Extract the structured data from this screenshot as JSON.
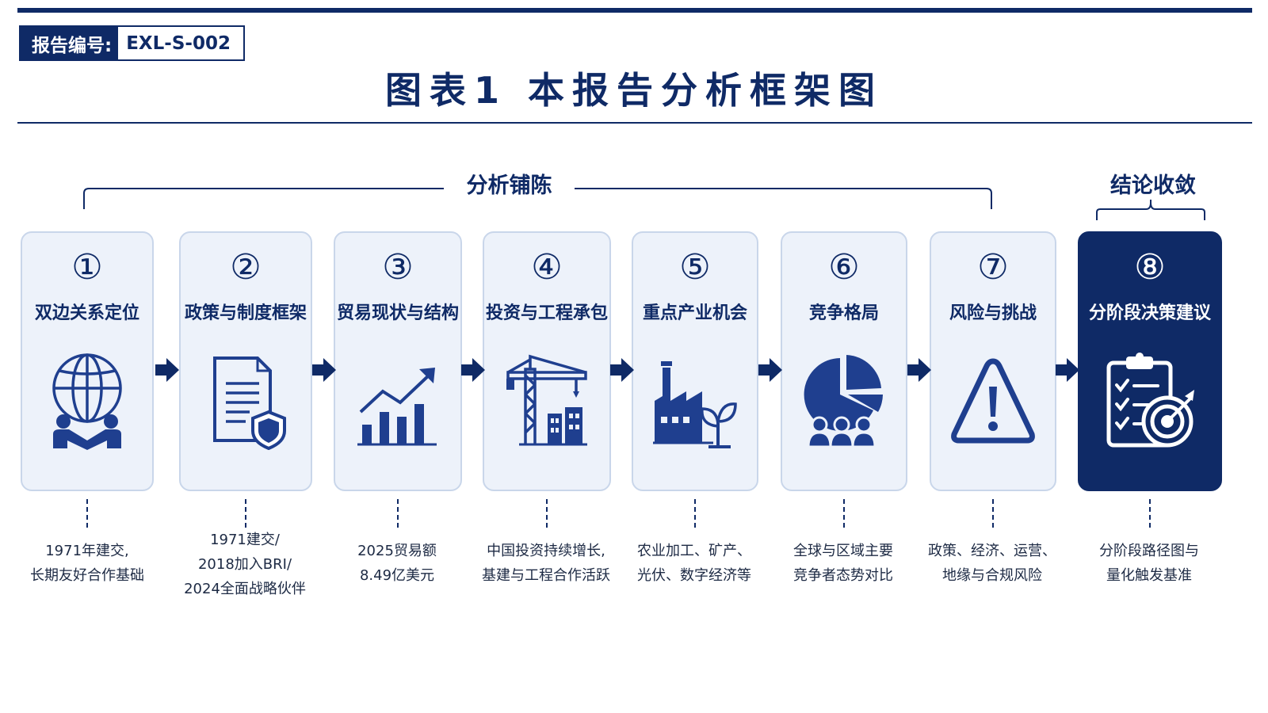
{
  "report": {
    "label": "报告编号:",
    "id": "EXL-S-002"
  },
  "title": "图表1  本报告分析框架图",
  "groups": [
    {
      "label": "分析铺陈"
    },
    {
      "label": "结论收敛"
    }
  ],
  "steps": [
    {
      "num": "①",
      "title": "双边关系定位",
      "icon": "globe-handshake-icon",
      "desc": [
        "1971年建交,",
        "长期友好合作基础"
      ]
    },
    {
      "num": "②",
      "title": "政策与制度框架",
      "icon": "document-shield-icon",
      "desc": [
        "1971建交/",
        "2018加入BRI/",
        "2024全面战略伙伴"
      ]
    },
    {
      "num": "③",
      "title": "贸易现状与结构",
      "icon": "bar-chart-trend-icon",
      "desc": [
        "2025贸易额",
        "8.49亿美元"
      ]
    },
    {
      "num": "④",
      "title": "投资与工程承包",
      "icon": "crane-building-icon",
      "desc": [
        "中国投资持续增长,",
        "基建与工程合作活跃"
      ]
    },
    {
      "num": "⑤",
      "title": "重点产业机会",
      "icon": "factory-leaf-icon",
      "desc": [
        "农业加工、矿产、",
        "光伏、数字经济等"
      ]
    },
    {
      "num": "⑥",
      "title": "竞争格局",
      "icon": "pie-chart-people-icon",
      "desc": [
        "全球与区域主要",
        "竞争者态势对比"
      ]
    },
    {
      "num": "⑦",
      "title": "风险与挑战",
      "icon": "warning-icon",
      "desc": [
        "政策、经济、运营、",
        "地缘与合规风险"
      ]
    },
    {
      "num": "⑧",
      "title": "分阶段决策建议",
      "icon": "checklist-target-icon",
      "desc": [
        "分阶段路径图与",
        "量化触发基准"
      ]
    }
  ],
  "colors": {
    "navy": "#0f2a66",
    "card_bg": "#edf2fa",
    "icon_blue": "#1f3f8f"
  }
}
